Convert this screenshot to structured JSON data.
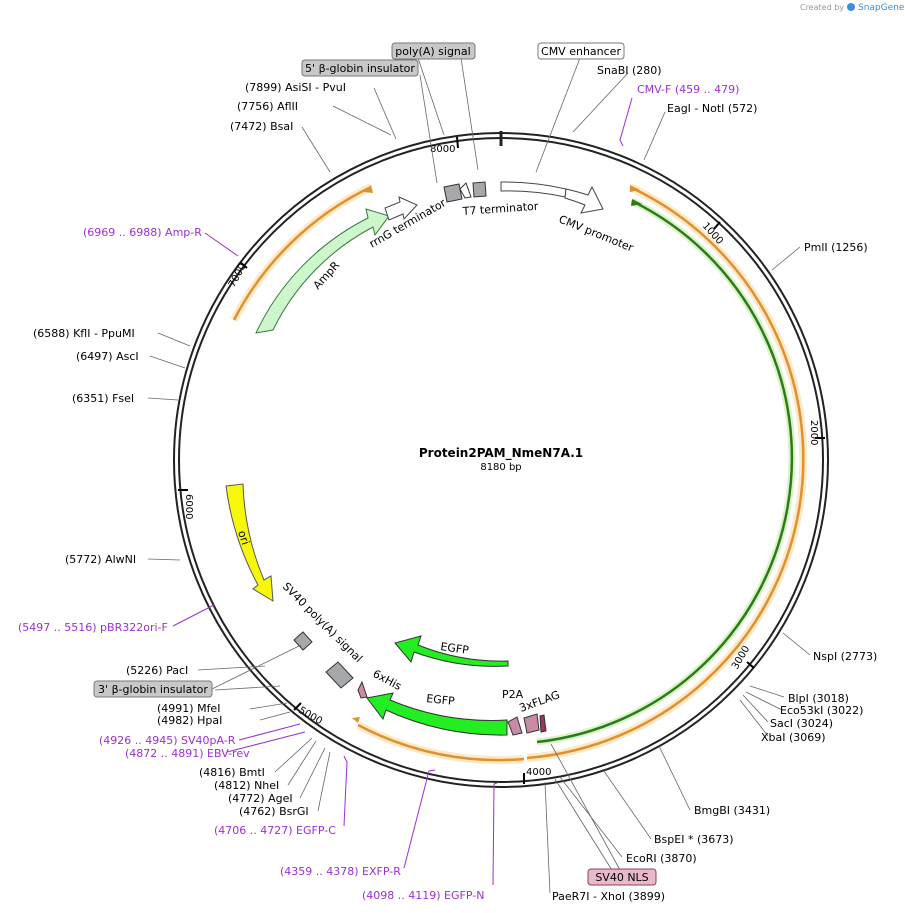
{
  "header": {
    "created_by": "Created by",
    "brand": "SnapGene"
  },
  "plasmid": {
    "name": "Protein2PAM_NmeN7A.1",
    "length": "8180 bp"
  },
  "ticks": [
    "1000",
    "2000",
    "3000",
    "4000",
    "5000",
    "6000",
    "7000",
    "8000"
  ],
  "sites": [
    {
      "label": "(7899)  AsiSI  - PvuI"
    },
    {
      "label": "(7756)  AflII"
    },
    {
      "label": "(7472)  BsaI"
    },
    {
      "label": "SnaBI  (280)"
    },
    {
      "label": "EagI  - NotI  (572)"
    },
    {
      "label": "PmlI  (1256)"
    },
    {
      "label": "(6588)  KflI  - PpuMI"
    },
    {
      "label": "(6497)  AscI"
    },
    {
      "label": "(6351)  FseI"
    },
    {
      "label": "(5772)  AlwNI"
    },
    {
      "label": "(5226)  PacI"
    },
    {
      "label": "(4991)  MfeI"
    },
    {
      "label": "(4982)  HpaI"
    },
    {
      "label": "(4816)  BmtI"
    },
    {
      "label": "(4812)  NheI"
    },
    {
      "label": "(4772)  AgeI"
    },
    {
      "label": "(4762)  BsrGI"
    },
    {
      "label": "NspI  (2773)"
    },
    {
      "label": "BlpI  (3018)"
    },
    {
      "label": "Eco53kI  (3022)"
    },
    {
      "label": "SacI  (3024)"
    },
    {
      "label": "XbaI  (3069)"
    },
    {
      "label": "BmgBI  (3431)"
    },
    {
      "label": "BspEI *  (3673)"
    },
    {
      "label": "EcoRI  (3870)"
    },
    {
      "label": "PaeR7I  - XhoI  (3899)"
    }
  ],
  "primers": [
    {
      "label": "CMV-F    (459 .. 479)"
    },
    {
      "label": "(6969 .. 6988)  Amp-R"
    },
    {
      "label": "(5497 .. 5516)  pBR322ori-F"
    },
    {
      "label": "(4926 .. 4945)  SV40pA-R"
    },
    {
      "label": "(4872 .. 4891)  EBV-rev"
    },
    {
      "label": "(4706 .. 4727)  EGFP-C"
    },
    {
      "label": "(4359 .. 4378)  EXFP-R"
    },
    {
      "label": "(4098 .. 4119)  EGFP-N"
    }
  ],
  "boxed_labels": [
    "poly(A) signal",
    "5' β-globin insulator",
    "CMV enhancer",
    "3' β-globin insulator",
    "SV40 NLS"
  ],
  "features": [
    "rrnG terminator",
    "T7 terminator",
    "CMV promoter",
    "AmpR",
    "ori",
    "SV40 poly(A) signal",
    "6xHis",
    "EGFP",
    "EGFP",
    "P2A",
    "3xFLAG"
  ],
  "colors": {
    "backbone": "#222222",
    "enzyme_text": "#000000",
    "primer": "#9b30d0",
    "orange_arc": "#f2a64a",
    "green_arc": "#3a8a1e",
    "egfp": "#22ee22",
    "ampr": "#c8f5c8",
    "ori": "#f7f70a",
    "grey_feature": "#a6a8ac",
    "tag": "#c98aa6",
    "box_grey": "#c8c8c8",
    "box_pink": "#e8b9cb"
  }
}
